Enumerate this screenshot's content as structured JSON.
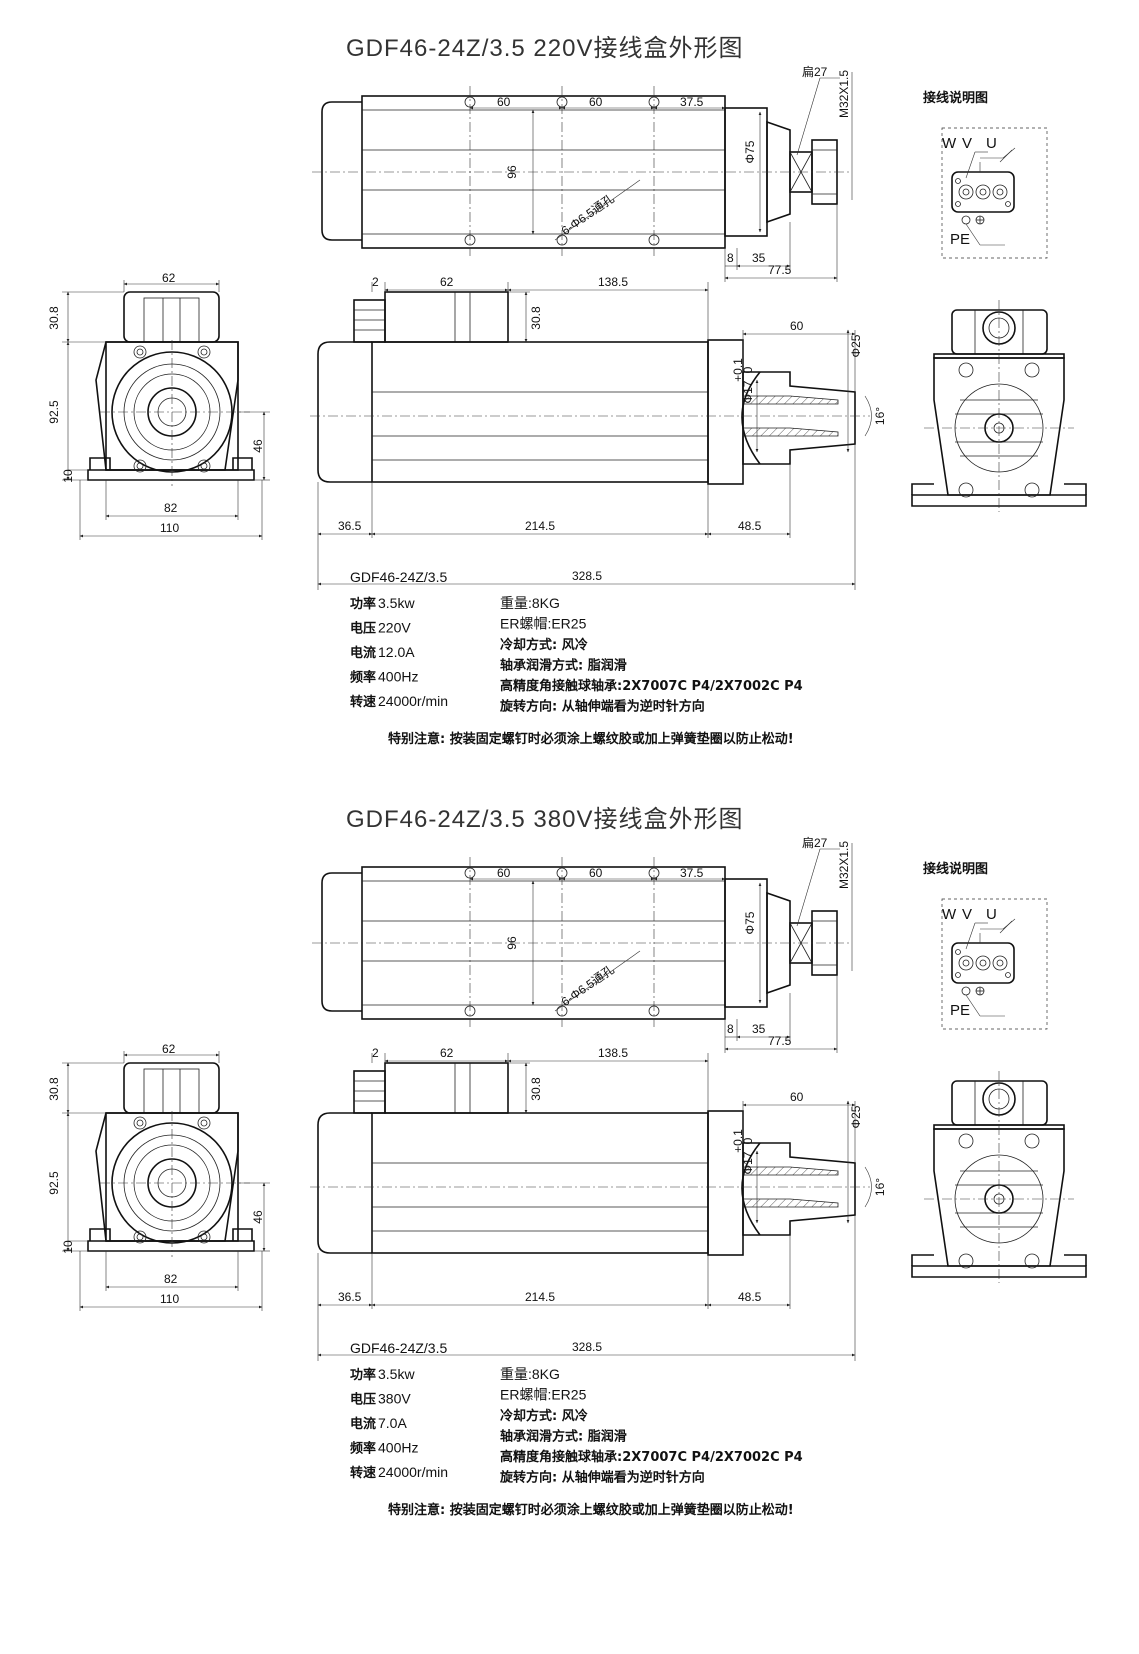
{
  "sheets": [
    {
      "title": "GDF46-24Z/3.5 220V接线盒外形图",
      "wiring_title": "接线说明图",
      "terminals": [
        "W",
        "V",
        "U"
      ],
      "pe_label": "PE",
      "top_view_dims": {
        "hole_pitch_1": "60",
        "hole_pitch_2": "60",
        "hole_offset": "37.5",
        "height": "96",
        "holes": "6-Φ6.5通孔",
        "nut_width": "扁27",
        "thread": "M32X1.5",
        "flange_dia": "Φ75",
        "step": "8",
        "nose": "35",
        "nose_total": "77.5"
      },
      "side_view_dims": {
        "gap": "2",
        "box_length": "62",
        "box_offset": "138.5",
        "box_height": "30.8",
        "nose_length": "60",
        "nose_dia": "Φ25",
        "bore_dia": "Φ17",
        "bore_tol_upper": "+0.1",
        "bore_tol_lower": "0",
        "taper": "16°",
        "rear": "36.5",
        "body": "214.5",
        "front": "48.5",
        "overall": "328.5"
      },
      "end_view_dims": {
        "box_width": "62",
        "box_height": "30.8",
        "height": "92.5",
        "center_height": "46",
        "base_thickness": "10",
        "mount_pitch": "82",
        "base_width": "110"
      },
      "specs": {
        "model": "GDF46-24Z/3.5",
        "left": [
          {
            "label": "功率",
            "value": "3.5kw"
          },
          {
            "label": "电压",
            "value": "220V"
          },
          {
            "label": "电流",
            "value": "12.0A"
          },
          {
            "label": "频率",
            "value": "400Hz"
          },
          {
            "label": "转速",
            "value": "24000r/min"
          }
        ],
        "right": [
          "重量:8KG",
          "ER螺帽:ER25",
          "冷却方式: 风冷",
          "轴承润滑方式: 脂润滑",
          "高精度角接触球轴承:2X7007C P4/2X7002C P4",
          "旋转方向: 从轴伸端看为逆时针方向"
        ],
        "note": "特别注意: 按装固定螺钉时必须涂上螺纹胶或加上弹簧垫圈以防止松动!"
      }
    },
    {
      "title": "GDF46-24Z/3.5 380V接线盒外形图",
      "wiring_title": "接线说明图",
      "terminals": [
        "W",
        "V",
        "U"
      ],
      "pe_label": "PE",
      "top_view_dims": {
        "hole_pitch_1": "60",
        "hole_pitch_2": "60",
        "hole_offset": "37.5",
        "height": "96",
        "holes": "6-Φ6.5通孔",
        "nut_width": "扁27",
        "thread": "M32X1.5",
        "flange_dia": "Φ75",
        "step": "8",
        "nose": "35",
        "nose_total": "77.5"
      },
      "side_view_dims": {
        "gap": "2",
        "box_length": "62",
        "box_offset": "138.5",
        "box_height": "30.8",
        "nose_length": "60",
        "nose_dia": "Φ25",
        "bore_dia": "Φ17",
        "bore_tol_upper": "+0.1",
        "bore_tol_lower": "0",
        "taper": "16°",
        "rear": "36.5",
        "body": "214.5",
        "front": "48.5",
        "overall": "328.5"
      },
      "end_view_dims": {
        "box_width": "62",
        "box_height": "30.8",
        "height": "92.5",
        "center_height": "46",
        "base_thickness": "10",
        "mount_pitch": "82",
        "base_width": "110"
      },
      "specs": {
        "model": "GDF46-24Z/3.5",
        "left": [
          {
            "label": "功率",
            "value": "3.5kw"
          },
          {
            "label": "电压",
            "value": "380V"
          },
          {
            "label": "电流",
            "value": "7.0A"
          },
          {
            "label": "频率",
            "value": "400Hz"
          },
          {
            "label": "转速",
            "value": "24000r/min"
          }
        ],
        "right": [
          "重量:8KG",
          "ER螺帽:ER25",
          "冷却方式: 风冷",
          "轴承润滑方式: 脂润滑",
          "高精度角接触球轴承:2X7007C P4/2X7002C P4",
          "旋转方向: 从轴伸端看为逆时针方向"
        ],
        "note": "特别注意: 按装固定螺钉时必须涂上螺纹胶或加上弹簧垫圈以防止松动!"
      }
    }
  ]
}
